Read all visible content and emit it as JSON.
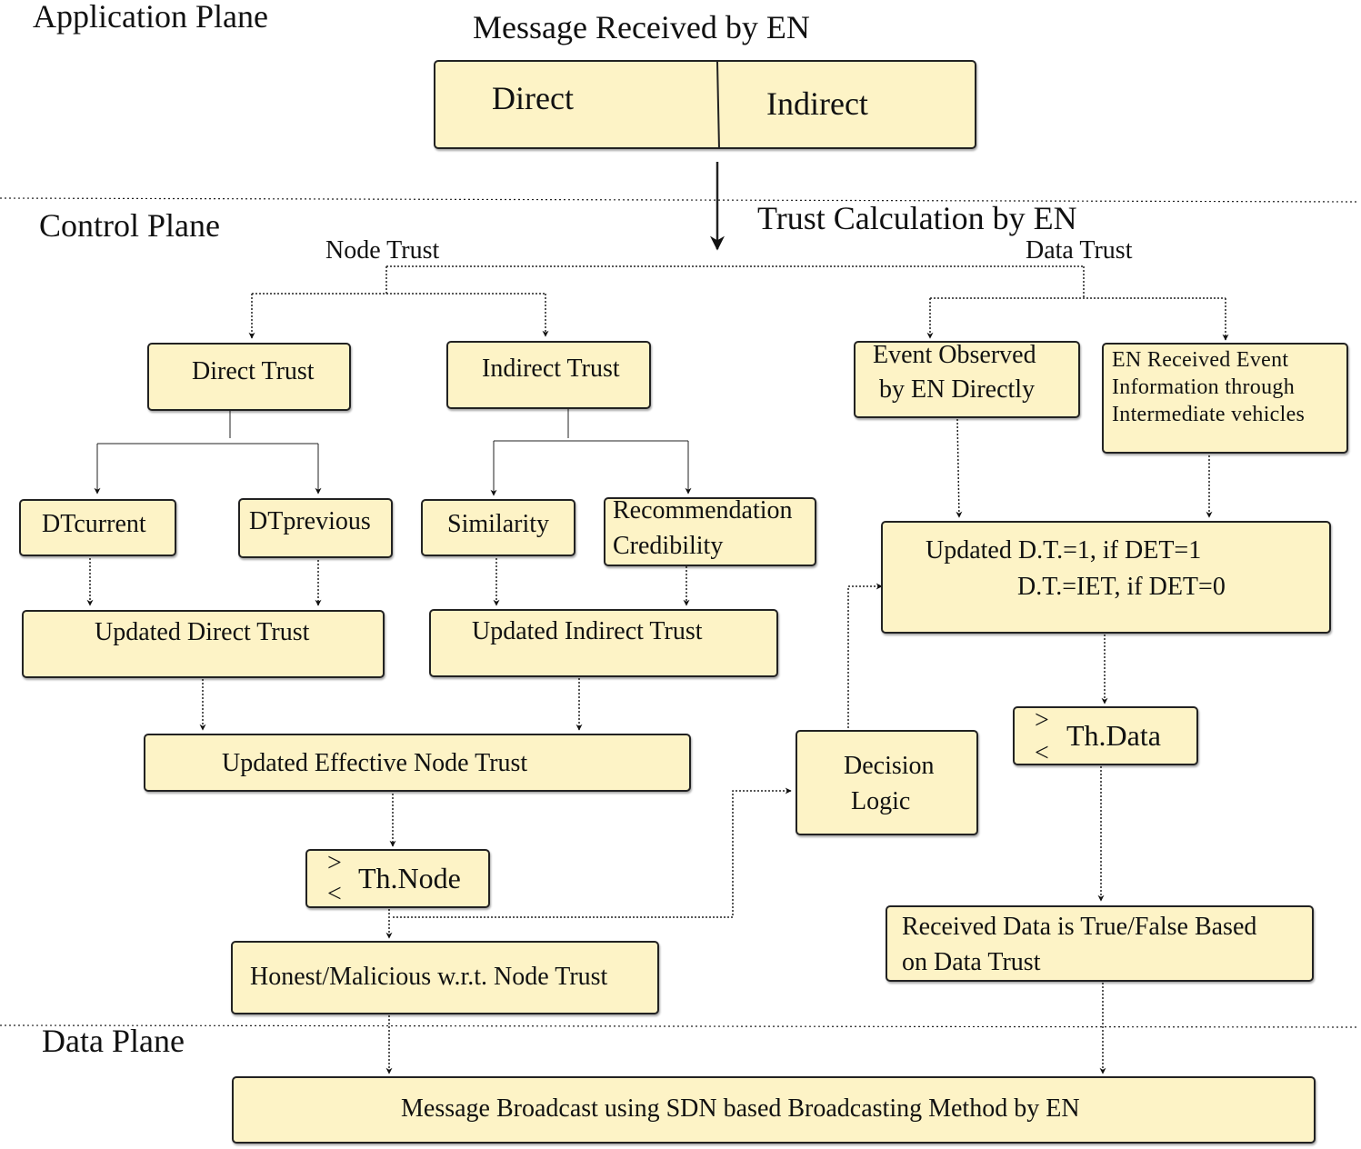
{
  "planes": {
    "application": "Application Plane",
    "control": "Control Plane",
    "data": "Data Plane"
  },
  "headings": {
    "message_received": "Message Received by EN",
    "trust_calculation": "Trust Calculation by EN",
    "node_trust": "Node Trust",
    "data_trust": "Data Trust"
  },
  "nodes": {
    "direct": "Direct",
    "indirect": "Indirect",
    "direct_trust": "Direct Trust",
    "indirect_trust": "Indirect Trust",
    "event_observed": [
      "Event Observed",
      "by EN Directly"
    ],
    "en_received": [
      "EN Received Event",
      "Information through",
      "Intermediate vehicles"
    ],
    "dt_current": "DTcurrent",
    "dt_previous": "DTprevious",
    "similarity": "Similarity",
    "recommendation": [
      "Recommendation",
      "Credibility"
    ],
    "updated_dt": [
      "Updated D.T.=1, if DET=1",
      "D.T.=IET, if DET=0"
    ],
    "updated_direct_trust": "Updated Direct Trust",
    "updated_indirect_trust": "Updated Indirect Trust",
    "updated_effective_node_trust": "Updated Effective Node Trust",
    "decision_logic": [
      "Decision",
      "Logic"
    ],
    "th_data": "Th.Data",
    "th_node": "Th.Node",
    "honest_malicious": "Honest/Malicious w.r.t. Node Trust",
    "received_data": [
      "Received Data is True/False Based",
      "on Data Trust"
    ],
    "broadcast": "Message Broadcast using SDN based Broadcasting Method by EN"
  },
  "symbols": {
    "gt": ">",
    "lt": "<"
  },
  "colors": {
    "box_fill": "#fdf3c6",
    "border": "#222222"
  }
}
